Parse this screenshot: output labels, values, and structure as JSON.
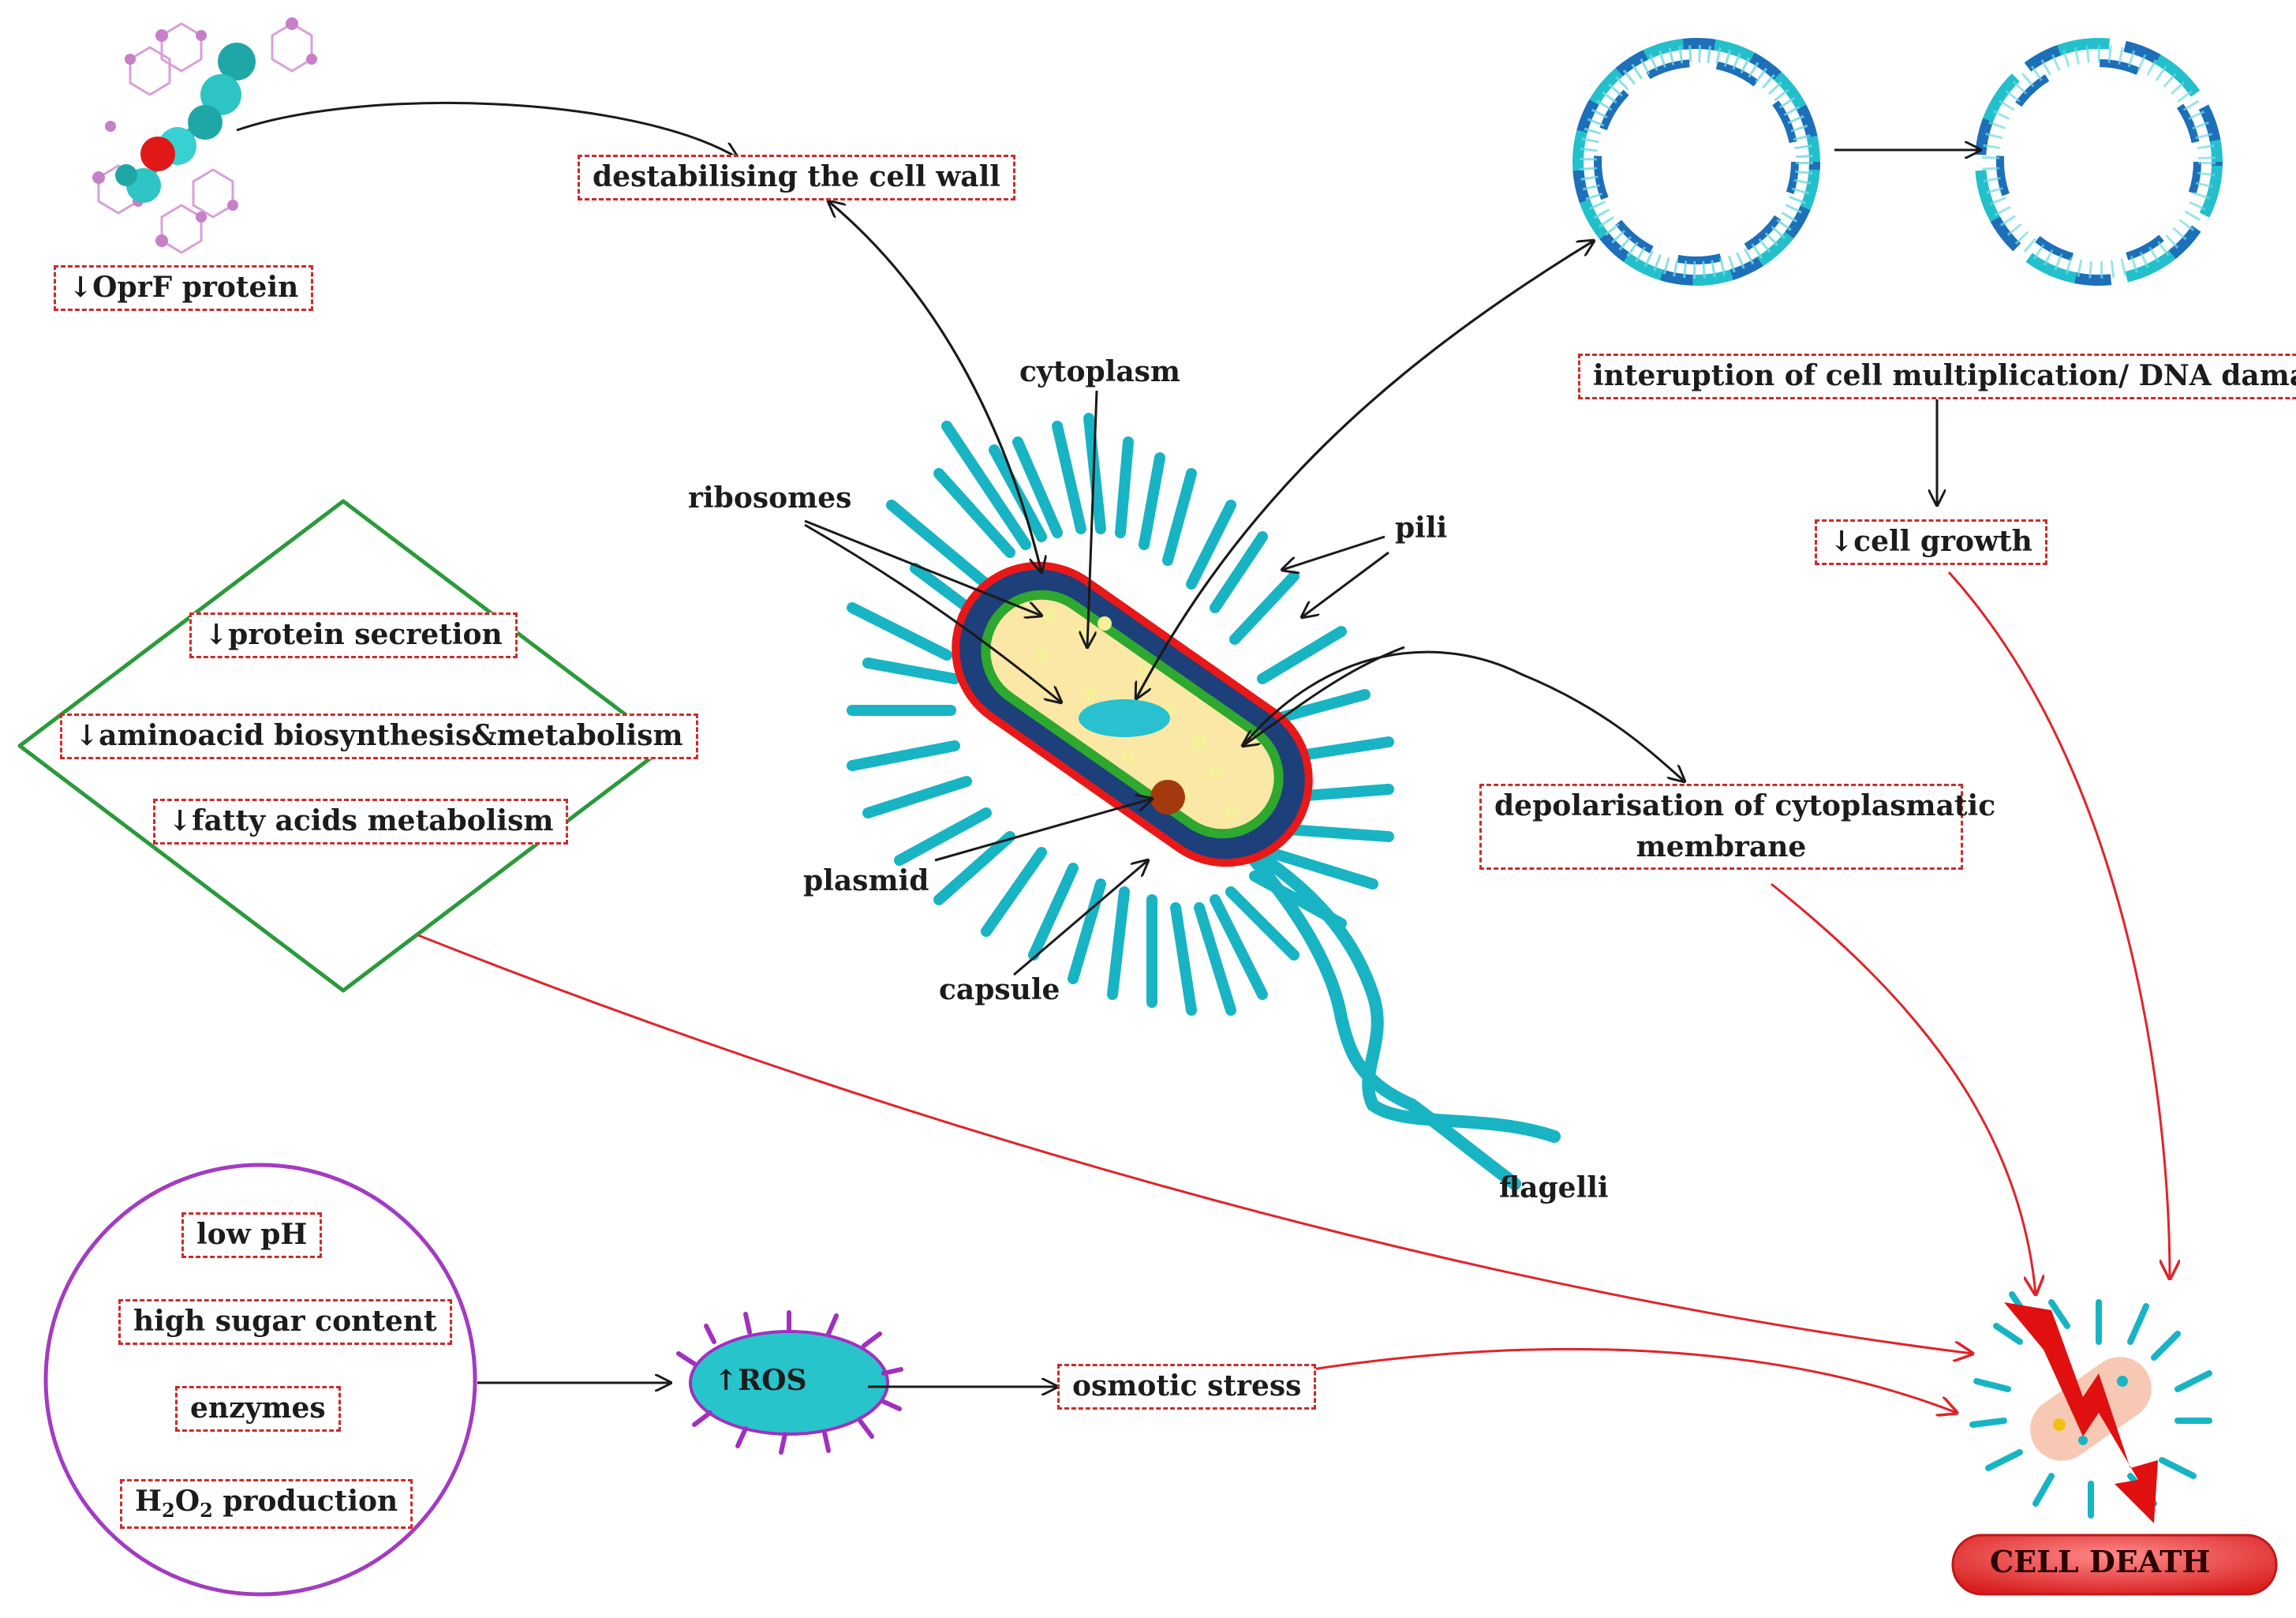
{
  "labels": {
    "oprf": "↓OprF protein",
    "cell_wall": "destabilising the cell wall",
    "dna_damage": "interuption of cell multiplication/ DNA damage",
    "cell_growth": "↓cell growth",
    "cytoplasm": "cytoplasm",
    "ribosomes": "ribosomes",
    "pili": "pili",
    "plasmid": "plasmid",
    "capsule": "capsule",
    "flagelli": "flagelli",
    "depolarisation_line1": "depolarisation of cytoplasmatic",
    "depolarisation_line2": "membrane",
    "protein_secretion": "↓protein secretion",
    "aminoacid": "↓aminoacid biosynthesis&metabolism",
    "fatty_acids": "↓fatty acids metabolism",
    "low_ph": "low pH",
    "high_sugar": "high sugar content",
    "enzymes": "enzymes",
    "h2o2_h": "H",
    "h2o2_2a": "2",
    "h2o2_o": "O",
    "h2o2_2b": "2",
    "h2o2_rest": " production",
    "ros": "↑ROS",
    "osmotic_stress": "osmotic stress",
    "cell_death": "CELL DEATH"
  },
  "colors": {
    "arrow_black": "#1a1a1a",
    "arrow_red": "#e0242a",
    "dashed_box": "#cc2b2b",
    "diamond": "#2a9a3a",
    "circle": "#a33cc2",
    "teal": "#18b4c4",
    "capsule_red": "#e81818",
    "cell_wall_blue": "#1d3f7a",
    "membrane_green": "#2ea82e",
    "cytoplasm_fill": "#fbe7a6",
    "nucleoid": "#29c0d0",
    "plasmid": "#a33a0e",
    "ros_fill": "#28c4cc",
    "ros_spikes": "#a030c0",
    "dna_dark": "#1c6fb8",
    "dna_light": "#23c0cc",
    "death_bar": "#e83232",
    "bolt": "#e01010"
  },
  "icons": {
    "molecule": "molecule-icon",
    "dna_intact": "dna-ring-icon",
    "dna_broken": "dna-ring-broken-icon",
    "bacterium": "bacterium-icon",
    "ros": "ros-particle-icon",
    "dead_cell": "dead-cell-icon",
    "lightning": "lightning-bolt-icon"
  }
}
